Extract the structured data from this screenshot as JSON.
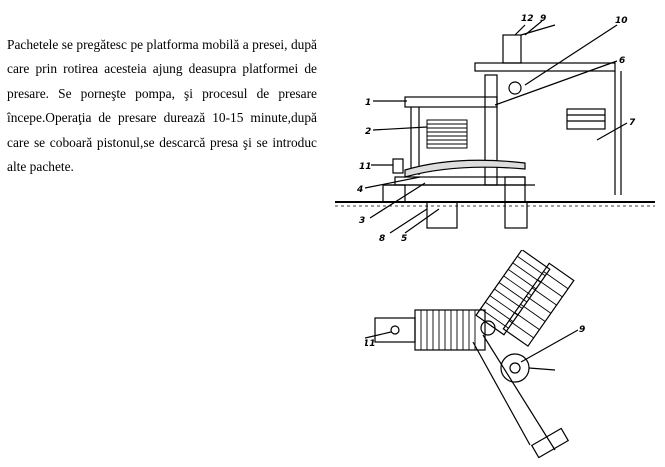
{
  "paragraph": "Pachetele se pregătesc pe platforma mobilă a presei, după care prin rotirea acesteia ajung deasupra platformei de presare. Se porneşte pompa, şi procesul de presare începe.Operaţia de presare durează 10-15 minute,după care se coboară pistonul,se descarcă presa şi se introduc alte pachete.",
  "figure_top": {
    "labels": [
      "12",
      "9",
      "10",
      "6",
      "1",
      "2",
      "7",
      "11",
      "4",
      "3",
      "8",
      "5"
    ]
  },
  "figure_bottom": {
    "labels": [
      "11",
      "9"
    ]
  }
}
